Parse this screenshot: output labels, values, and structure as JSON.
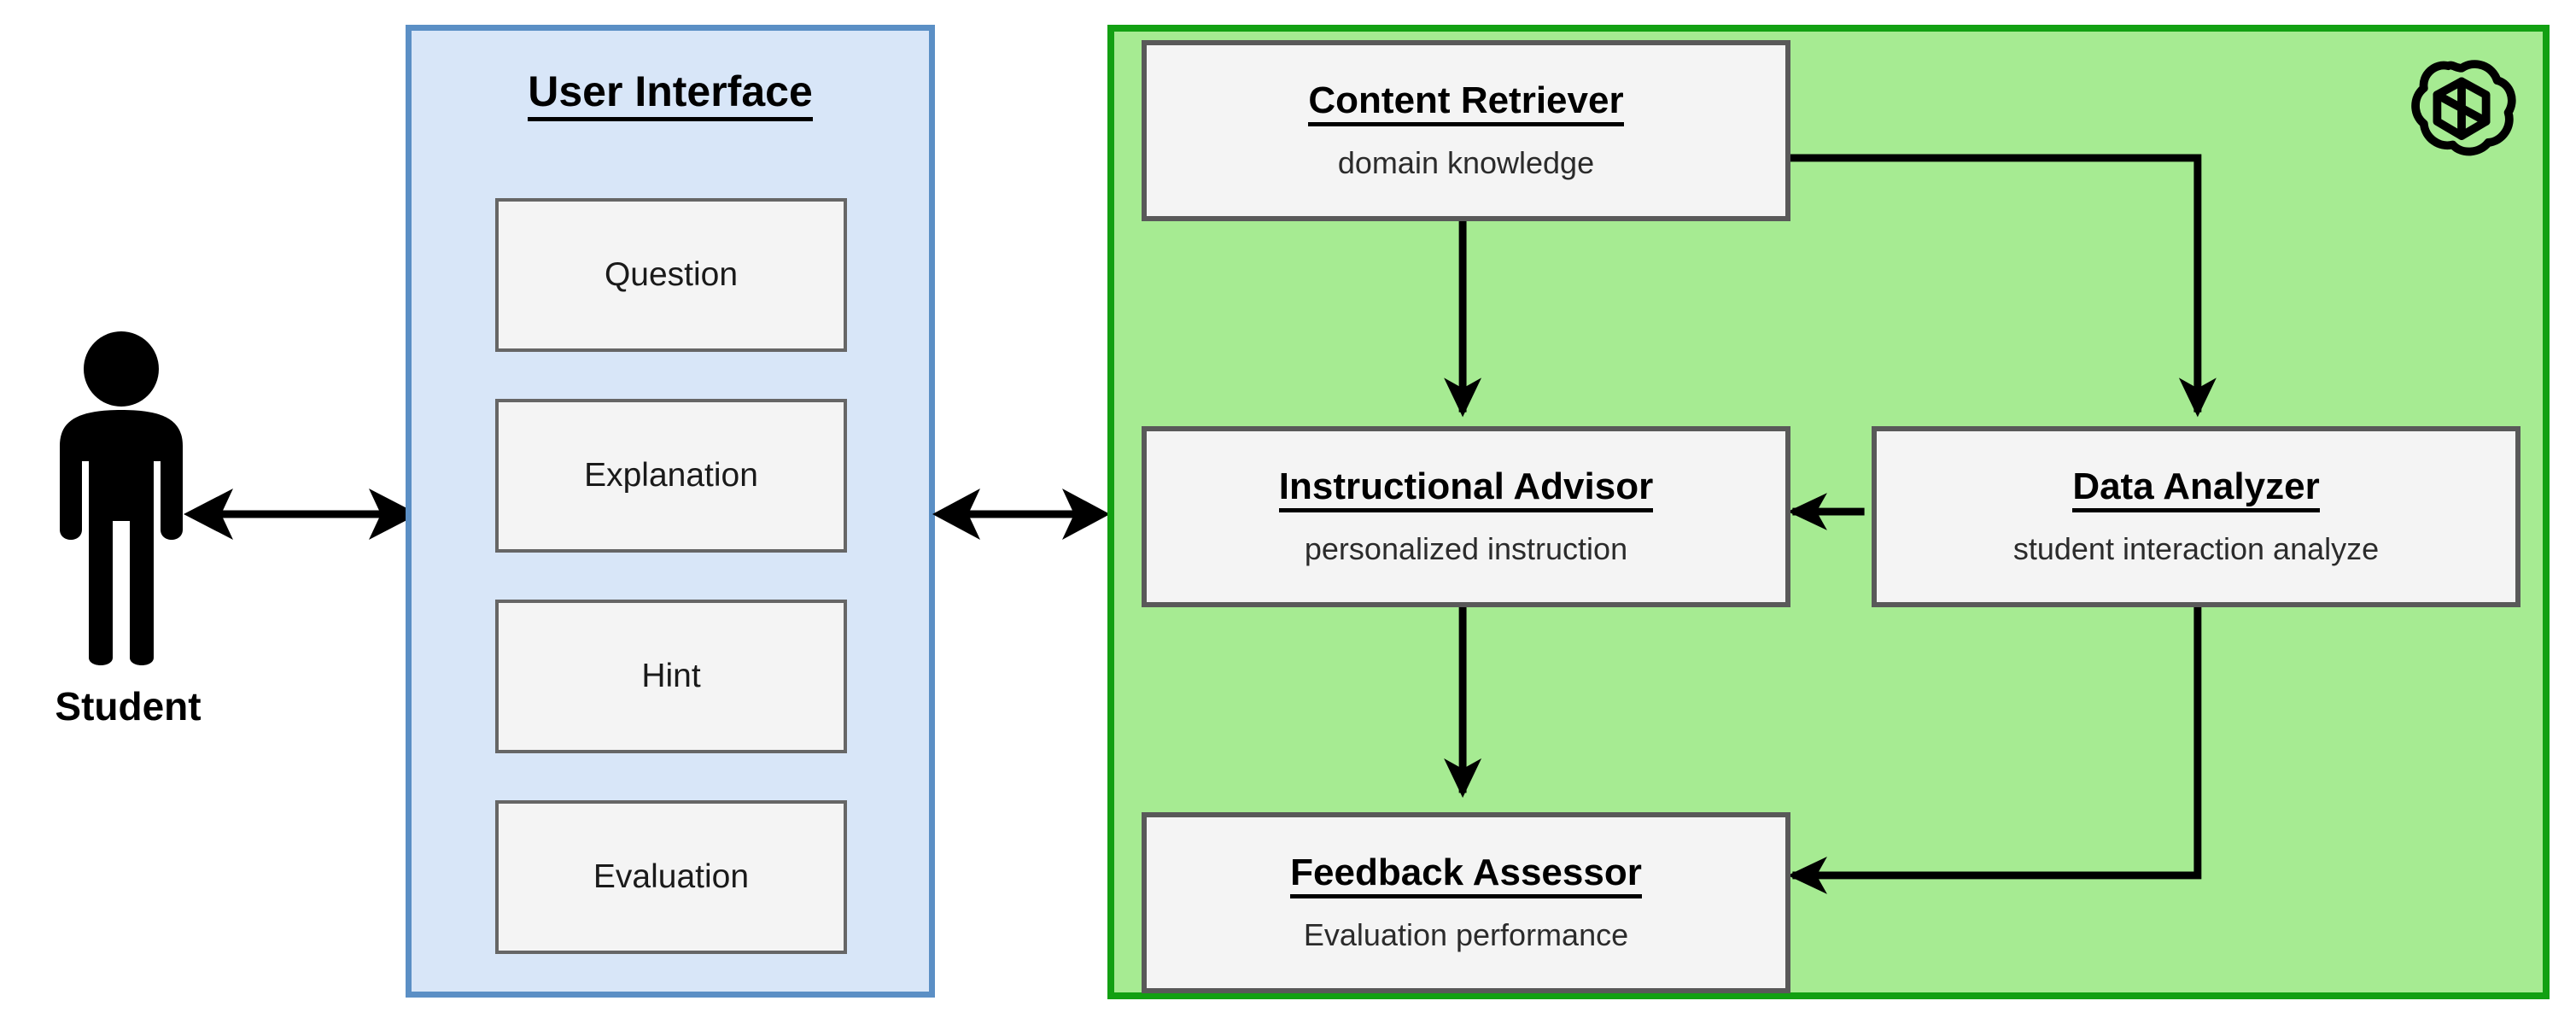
{
  "actor": {
    "label": "Student",
    "icon": "person-silhouette-icon"
  },
  "ui_panel": {
    "title": "User Interface",
    "accent_border": "#5b8fc5",
    "background": "#d8e6f8",
    "items": [
      {
        "label": "Question"
      },
      {
        "label": "Explanation"
      },
      {
        "label": "Hint"
      },
      {
        "label": "Evaluation"
      }
    ]
  },
  "agent_panel": {
    "background": "#a6eb92",
    "accent_border": "#12a012",
    "logo": "openai-logo-icon",
    "agents": [
      {
        "id": "content-retriever",
        "title": "Content Retriever",
        "subtitle": "domain knowledge"
      },
      {
        "id": "instructional-advisor",
        "title": "Instructional Advisor",
        "subtitle": "personalized instruction"
      },
      {
        "id": "feedback-assessor",
        "title": "Feedback Assessor",
        "subtitle": "Evaluation performance"
      },
      {
        "id": "data-analyzer",
        "title": "Data Analyzer",
        "subtitle": "student interaction analyze"
      }
    ],
    "connections": [
      {
        "from": "content-retriever",
        "to": "instructional-advisor",
        "direction": "one-way"
      },
      {
        "from": "content-retriever",
        "to": "data-analyzer",
        "direction": "one-way"
      },
      {
        "from": "data-analyzer",
        "to": "instructional-advisor",
        "direction": "one-way"
      },
      {
        "from": "instructional-advisor",
        "to": "feedback-assessor",
        "direction": "one-way"
      },
      {
        "from": "data-analyzer",
        "to": "feedback-assessor",
        "direction": "one-way"
      }
    ]
  },
  "links": [
    {
      "id": "student-to-ui",
      "direction": "two-way"
    },
    {
      "id": "ui-to-agents",
      "direction": "two-way"
    }
  ]
}
